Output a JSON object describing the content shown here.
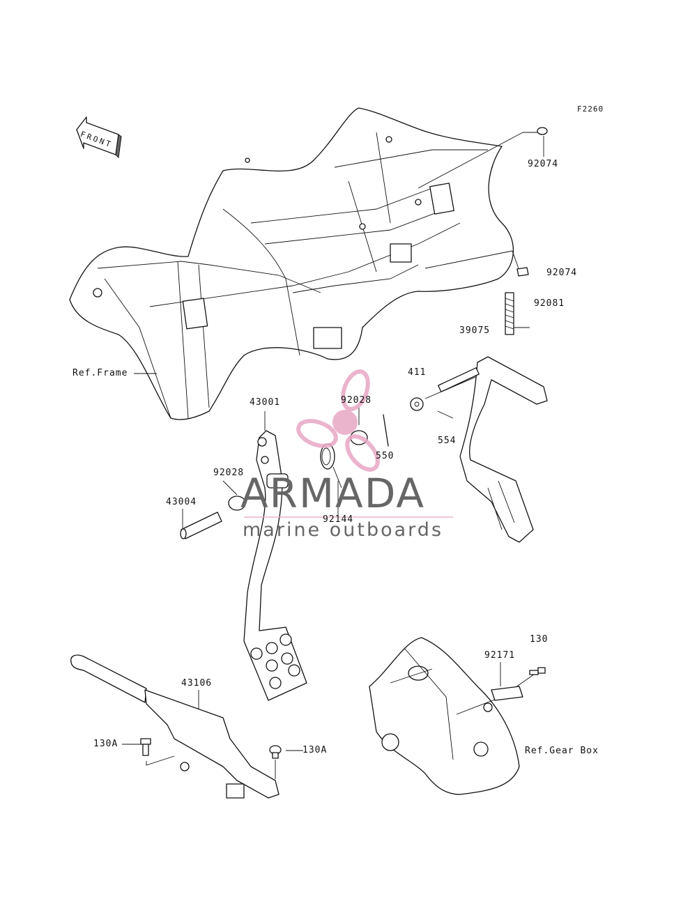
{
  "figure_code": "F2260",
  "front_label": "FRONT",
  "watermark": {
    "brand": "ARMADA",
    "tagline": "marine outboards",
    "accent": "#e8a7c4"
  },
  "callouts": [
    {
      "id": "c-92074-top",
      "text": "92074"
    },
    {
      "id": "c-92074-bottom",
      "text": "92074"
    },
    {
      "id": "c-39075",
      "text": "39075"
    },
    {
      "id": "c-92081",
      "text": "92081"
    },
    {
      "id": "c-ref-frame",
      "text": "Ref.Frame"
    },
    {
      "id": "c-411",
      "text": "411"
    },
    {
      "id": "c-92028-top",
      "text": "92028"
    },
    {
      "id": "c-43001",
      "text": "43001"
    },
    {
      "id": "c-550",
      "text": "550"
    },
    {
      "id": "c-554",
      "text": "554"
    },
    {
      "id": "c-92028-left",
      "text": "92028"
    },
    {
      "id": "c-43004",
      "text": "43004"
    },
    {
      "id": "c-92144",
      "text": "92144"
    },
    {
      "id": "c-130",
      "text": "130"
    },
    {
      "id": "c-92171",
      "text": "92171"
    },
    {
      "id": "c-43106",
      "text": "43106"
    },
    {
      "id": "c-130A-left",
      "text": "130A"
    },
    {
      "id": "c-130A-right",
      "text": "130A"
    },
    {
      "id": "c-ref-gear-box",
      "text": "Ref.Gear Box"
    }
  ]
}
